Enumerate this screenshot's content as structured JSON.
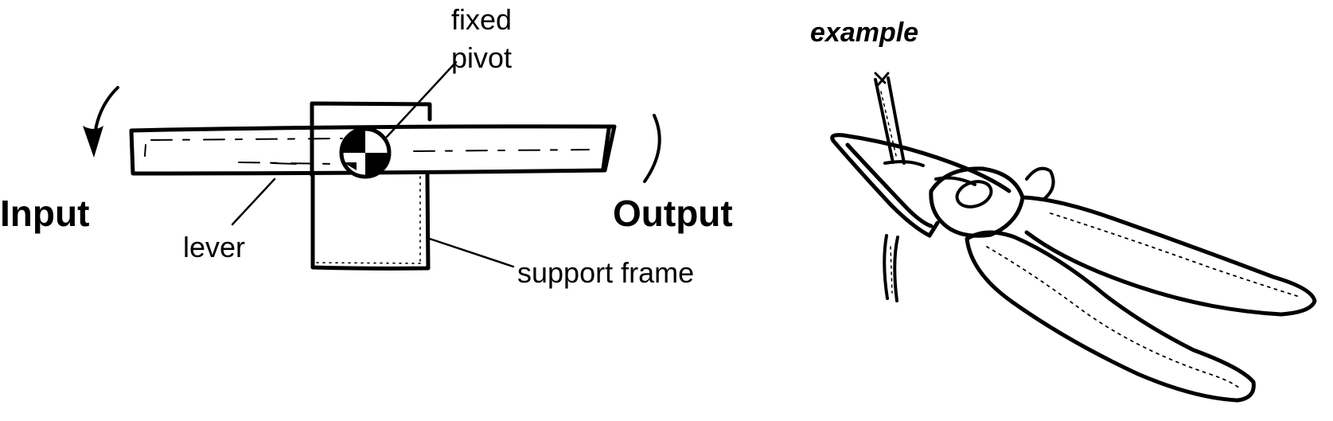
{
  "labels": {
    "fixed_pivot_line1": "fixed",
    "fixed_pivot_line2": "pivot",
    "input": "Input",
    "output": "Output",
    "lever": "lever",
    "support_frame": "support frame",
    "example": "example"
  },
  "colors": {
    "ink": "#000000",
    "background": "#ffffff"
  }
}
